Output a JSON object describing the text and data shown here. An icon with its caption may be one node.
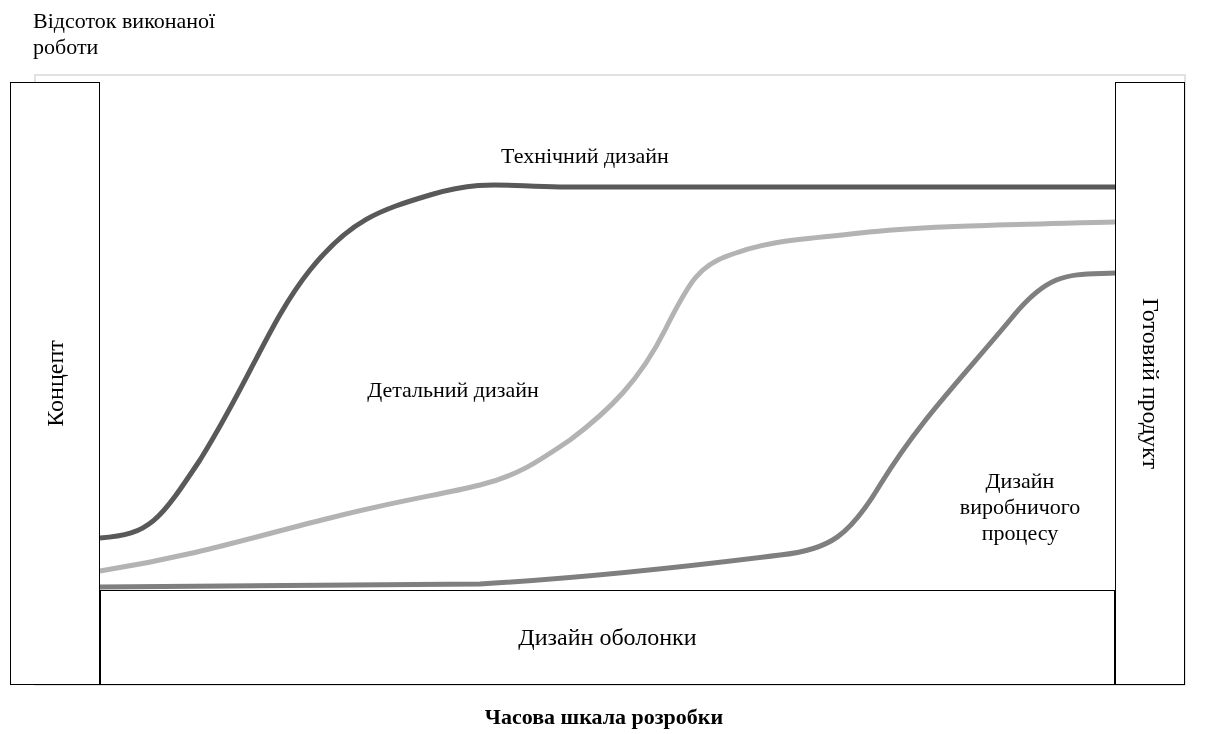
{
  "diagram": {
    "caption": "Часова шкала розробки",
    "nodes": [
      {
        "text": [
          "Концепт"
        ]
      },
      {
        "text": [
          "Готовий продукт"
        ]
      },
      {
        "text": [
          "Дизайн оболонки"
        ]
      }
    ],
    "labels": [
      "Відсоток виконаної роботи",
      "Технічний дизайн",
      "Детальний дизайн",
      "Дизайн виробничого процесу"
    ]
  }
}
